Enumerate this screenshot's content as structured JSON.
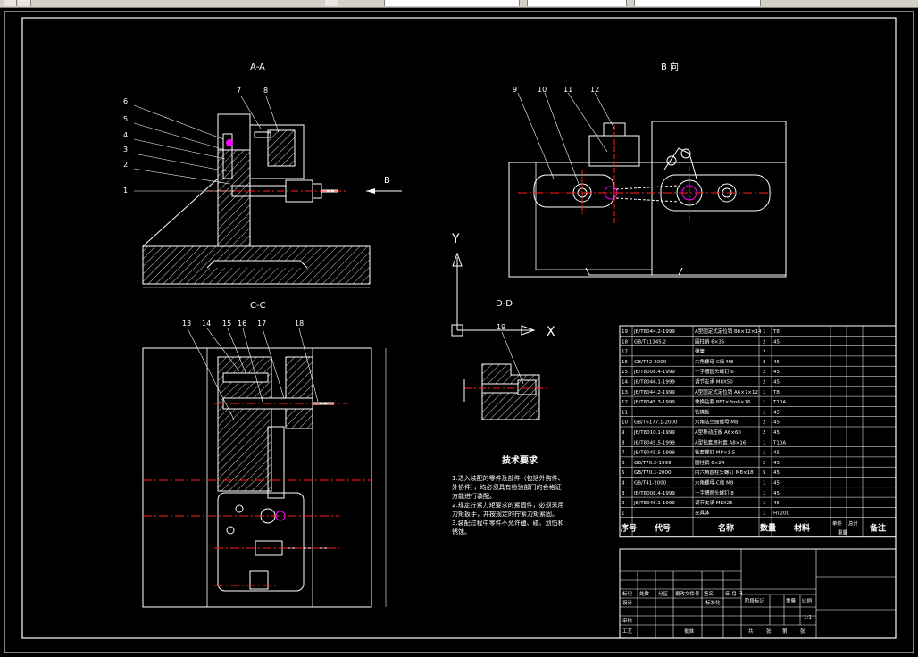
{
  "toolbar": {
    "buttons": [
      "file-icon",
      "edit-icon",
      "zoom-icon"
    ]
  },
  "views": {
    "aa": "A-A",
    "b": "B 向",
    "cc": "C-C",
    "dd": "D-D",
    "b_arrow": "B"
  },
  "axes": {
    "y": "Y",
    "x": "X"
  },
  "part_numbers_aa": [
    "1",
    "2",
    "3",
    "4",
    "5",
    "6",
    "7",
    "8"
  ],
  "part_numbers_b": [
    "9",
    "10",
    "11",
    "12"
  ],
  "part_numbers_cc": [
    "13",
    "14",
    "15",
    "16",
    "17",
    "18"
  ],
  "part_numbers_dd": [
    "19"
  ],
  "tech": {
    "title": "技术要求",
    "lines": [
      "1.进入装配的零件及部件（包括外购件、",
      "外协件），均必须具有检验部门的合格证",
      "方能进行装配。",
      "2.规定拧紧力矩要求的紧固件，必须采用",
      "力矩扳手，并按规定的拧紧力矩紧固。",
      "3.装配过程中零件不允许磕、碰、划伤和",
      "锈蚀。"
    ]
  },
  "bom": {
    "rows": [
      {
        "no": "19",
        "code": "JB/T8044.2-1999",
        "name": "A型固定式定位销 B6×12×14",
        "qty": "1",
        "mat": "T8"
      },
      {
        "no": "18",
        "code": "GB/T11345.2",
        "name": "圆柱销 6×35",
        "qty": "2",
        "mat": "45"
      },
      {
        "no": "17",
        "code": "",
        "name": "弹簧",
        "qty": "2",
        "mat": ""
      },
      {
        "no": "16",
        "code": "GB/T42-2000",
        "name": "六角螺母-C级 M8",
        "qty": "2",
        "mat": "45"
      },
      {
        "no": "15",
        "code": "JB/T8008.4-1999",
        "name": "十字槽圆头螺钉 6",
        "qty": "2",
        "mat": "45"
      },
      {
        "no": "14",
        "code": "JB/T8046.1-1999",
        "name": "调节支承 M8X50",
        "qty": "2",
        "mat": "45"
      },
      {
        "no": "13",
        "code": "JB/T8044.2-1999",
        "name": "A型固定式定位销 A6×7×12",
        "qty": "1",
        "mat": "T8"
      },
      {
        "no": "12",
        "code": "JB/T8045.3-1999",
        "name": "快换钻套 8F7×8m6×16",
        "qty": "1",
        "mat": "T10A"
      },
      {
        "no": "11",
        "code": "",
        "name": "钻模板",
        "qty": "1",
        "mat": "45"
      },
      {
        "no": "10",
        "code": "GB/T6177.1-2000",
        "name": "六角法兰面螺母 M8",
        "qty": "2",
        "mat": "45"
      },
      {
        "no": "9",
        "code": "JB/T8010.1-1999",
        "name": "A型移动压板 A6×60",
        "qty": "2",
        "mat": "45"
      },
      {
        "no": "8",
        "code": "JB/T8045.5-1999",
        "name": "A型钻套用衬套 A8×16",
        "qty": "1",
        "mat": "T10A"
      },
      {
        "no": "7",
        "code": "JB/T8045.5-1999",
        "name": "钻套螺钉 M8×1.5",
        "qty": "1",
        "mat": "45"
      },
      {
        "no": "6",
        "code": "GB/T70.2-1999",
        "name": "圆柱销 6×24",
        "qty": "2",
        "mat": "45"
      },
      {
        "no": "5",
        "code": "GB/T70.1-2000",
        "name": "内六角圆柱头螺钉 M8×18",
        "qty": "5",
        "mat": "45"
      },
      {
        "no": "4",
        "code": "GB/T41-2000",
        "name": "六角螺母-C级 M8",
        "qty": "1",
        "mat": "45"
      },
      {
        "no": "3",
        "code": "JB/T8008.4-1999",
        "name": "十字槽圆头螺钉 8",
        "qty": "1",
        "mat": "45"
      },
      {
        "no": "2",
        "code": "JB/T8046.1-1999",
        "name": "调节支承 M8X25",
        "qty": "1",
        "mat": "45"
      },
      {
        "no": "1",
        "code": "",
        "name": "夹具体",
        "qty": "1",
        "mat": "HT200"
      }
    ],
    "headers": {
      "no": "序号",
      "code": "代号",
      "name": "名称",
      "qty": "数量",
      "mat": "材料",
      "single": "单件",
      "total": "总计",
      "weight": "重量",
      "remark": "备注"
    }
  },
  "title_block": {
    "r1": [
      "标记",
      "处数",
      "分区",
      "更改文件号",
      "签名",
      "年.月.日"
    ],
    "design": "设计",
    "std": "标准化",
    "stage": [
      "阶段标记",
      "重量",
      "比例"
    ],
    "scale": "1:1",
    "check": "审核",
    "process": "工艺",
    "approve": "批准",
    "sheets": [
      "共",
      "张",
      "第",
      "张"
    ]
  },
  "colors": {
    "line": "#ffffff",
    "center": "#ff2020",
    "magenta": "#ff00ff",
    "hatch": "#ffffff"
  }
}
